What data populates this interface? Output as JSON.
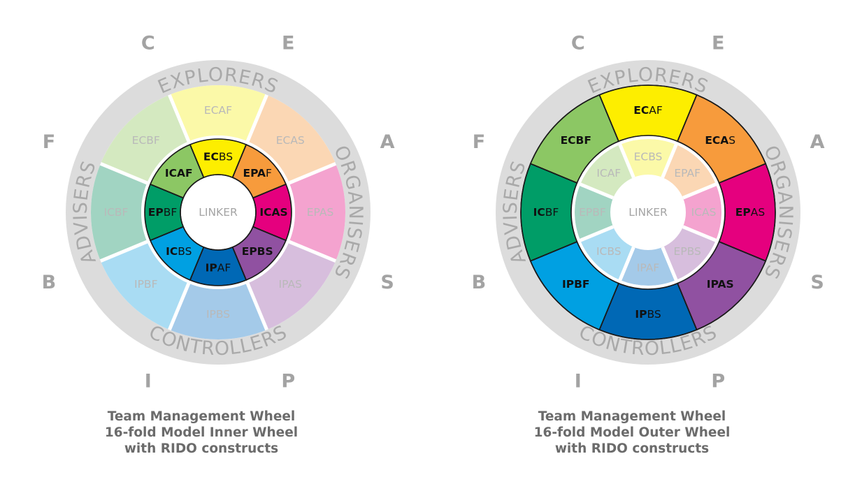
{
  "colors": {
    "outer_band": "#dcdcdc",
    "band_text": "#a9a9a9",
    "corner_letters": "#a3a3a3",
    "caption_text": "#6b6b6b",
    "separator": "#ffffff",
    "active_stroke": "#1a1a1a",
    "active_text": "#111111",
    "faded_text": "#b9b9b9"
  },
  "wheels": [
    {
      "id": "inner-wheel",
      "active_ring": "inner",
      "caption": [
        "Team Management Wheel",
        "16-fold Model Inner Wheel",
        "with RIDO constructs"
      ],
      "center_label": "LINKER",
      "band_labels": [
        "EXPLORERS",
        "ORGANISERS",
        "CONTROLLERS",
        "ADVISERS"
      ],
      "corner_letters": [
        "C",
        "E",
        "A",
        "S",
        "P",
        "I",
        "B",
        "F"
      ],
      "outer_ring": [
        {
          "bold": "",
          "normal": "ECAF",
          "color": "#fbf9a8"
        },
        {
          "bold": "",
          "normal": "ECAS",
          "color": "#fbd7b4"
        },
        {
          "bold": "",
          "normal": "EPAS",
          "color": "#f4a3cf"
        },
        {
          "bold": "",
          "normal": "IPAS",
          "color": "#d7bedd"
        },
        {
          "bold": "",
          "normal": "IPBS",
          "color": "#a4cae9"
        },
        {
          "bold": "",
          "normal": "IPBF",
          "color": "#a9dcf3"
        },
        {
          "bold": "",
          "normal": "ICBF",
          "color": "#a1d4c2"
        },
        {
          "bold": "",
          "normal": "ECBF",
          "color": "#d4e9c0"
        }
      ],
      "inner_ring": [
        {
          "bold": "EC",
          "normal": "BS",
          "color": "#fdee00"
        },
        {
          "bold": "EPA",
          "normal": "F",
          "color": "#f79b3c"
        },
        {
          "bold": "ICAS",
          "normal": "",
          "color": "#e5007e"
        },
        {
          "bold": "EPBS",
          "normal": "",
          "color": "#9051a1"
        },
        {
          "bold": "IP",
          "normal": "AF",
          "color": "#0068b5"
        },
        {
          "bold": "IC",
          "normal": "BS",
          "color": "#00a0e2"
        },
        {
          "bold": "EP",
          "normal": "BF",
          "color": "#009d67"
        },
        {
          "bold": "ICAF",
          "normal": "",
          "color": "#8cc764"
        }
      ]
    },
    {
      "id": "outer-wheel",
      "active_ring": "outer",
      "caption": [
        "Team Management Wheel",
        "16-fold Model Outer Wheel",
        "with RIDO constructs"
      ],
      "center_label": "LINKER",
      "band_labels": [
        "EXPLORERS",
        "ORGANISERS",
        "CONTROLLERS",
        "ADVISERS"
      ],
      "corner_letters": [
        "C",
        "E",
        "A",
        "S",
        "P",
        "I",
        "B",
        "F"
      ],
      "outer_ring": [
        {
          "bold": "EC",
          "normal": "AF",
          "color": "#fdee00"
        },
        {
          "bold": "ECA",
          "normal": "S",
          "color": "#f79b3c"
        },
        {
          "bold": "EP",
          "normal": "AS",
          "color": "#e5007e"
        },
        {
          "bold": "IPAS",
          "normal": "",
          "color": "#9051a1"
        },
        {
          "bold": "IP",
          "normal": "BS",
          "color": "#0068b5"
        },
        {
          "bold": "IPBF",
          "normal": "",
          "color": "#00a0e2"
        },
        {
          "bold": "IC",
          "normal": "BF",
          "color": "#009d67"
        },
        {
          "bold": "ECBF",
          "normal": "",
          "color": "#8cc764"
        }
      ],
      "inner_ring": [
        {
          "bold": "",
          "normal": "ECBS",
          "color": "#fbf9a8"
        },
        {
          "bold": "",
          "normal": "EPAF",
          "color": "#fbd7b4"
        },
        {
          "bold": "",
          "normal": "ICAS",
          "color": "#f4a3cf"
        },
        {
          "bold": "",
          "normal": "EPBS",
          "color": "#d7bedd"
        },
        {
          "bold": "",
          "normal": "IPAF",
          "color": "#a4cae9"
        },
        {
          "bold": "",
          "normal": "ICBS",
          "color": "#a9dcf3"
        },
        {
          "bold": "",
          "normal": "EPBF",
          "color": "#a1d4c2"
        },
        {
          "bold": "",
          "normal": "ICAF",
          "color": "#d4e9c0"
        }
      ]
    }
  ]
}
